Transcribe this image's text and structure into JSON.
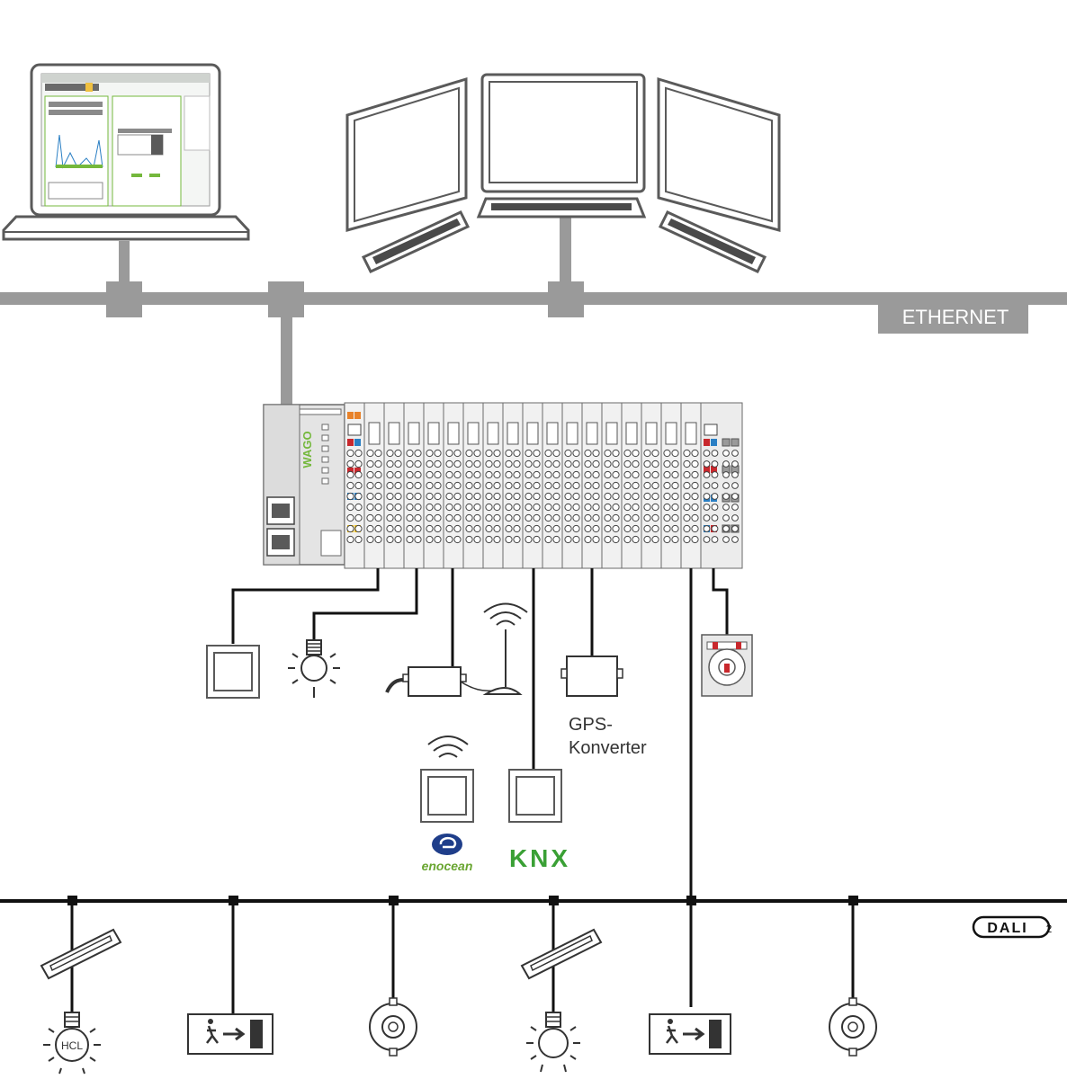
{
  "labels": {
    "ethernet": "ETHERNET",
    "gps_line1": "GPS-",
    "gps_line2": "Konverter",
    "enocean": "enocean",
    "knx": "KNX",
    "dali": "DALI",
    "dali_version": "2",
    "hcl": "HCL",
    "controller_brand": "WAGO"
  },
  "colors": {
    "bus_gray": "#9a9a9a",
    "outline": "#3a3a3a",
    "enocean_blue": "#1f3e8a",
    "enocean_green": "#6aa632",
    "knx_green": "#3aa035",
    "knx_blue": "#1f3e8a",
    "wago_green": "#74b83c",
    "led_orange": "#e8822a",
    "led_red": "#c8282d",
    "led_blue": "#2a7fc4",
    "led_yellow": "#f2c21b"
  }
}
